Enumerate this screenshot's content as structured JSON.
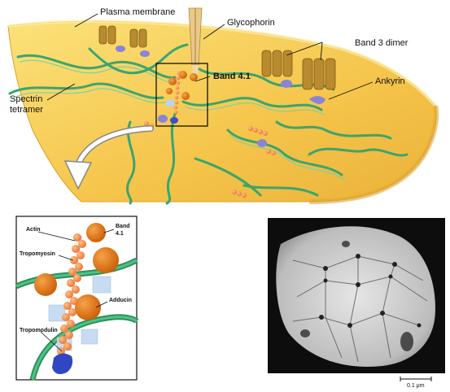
{
  "top_labels": {
    "plasma_membrane": "Plasma membrane",
    "glycophorin": "Glycophorin",
    "band3_dimer": "Band 3 dimer",
    "band41": "Band 4.1",
    "ankyrin": "Ankyrin",
    "spectrin_line1": "Spectrin",
    "spectrin_line2": "tetramer"
  },
  "inset_labels": {
    "actin": "Actin",
    "band41_line1": "Band",
    "band41_line2": "4.1",
    "tropomyosin": "Tropomyosin",
    "adducin": "Adducin",
    "tropomodulin": "Tropomodulin"
  },
  "micrograph": {
    "scale_label": "0.1 μm"
  },
  "colors": {
    "membrane": "#f5c44a",
    "spectrin": "#3aa56f",
    "band41": "#e07a12",
    "actin_bead": "#f2904a",
    "ankyrin": "#8a84d6",
    "band3": "#b98a2e",
    "glycophorin": "#e9c98a"
  }
}
